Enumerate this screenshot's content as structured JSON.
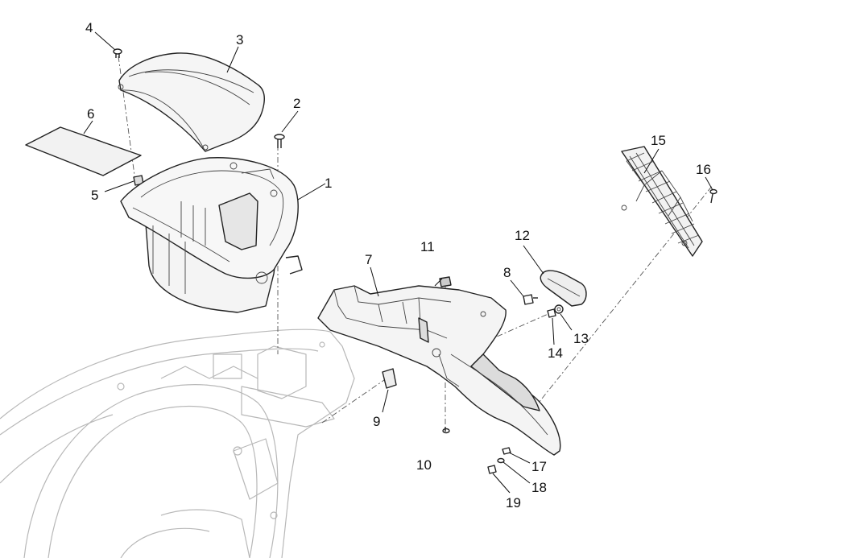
{
  "colors": {
    "line": "#222222",
    "ghost": "#b8b8b8",
    "body_fill": "#f2f2f2",
    "dark_fill": "#d6d6d6",
    "background": "#ffffff"
  },
  "callouts": [
    {
      "id": "1",
      "label": "1"
    },
    {
      "id": "2",
      "label": "2"
    },
    {
      "id": "3",
      "label": "3"
    },
    {
      "id": "4",
      "label": "4"
    },
    {
      "id": "5",
      "label": "5"
    },
    {
      "id": "6",
      "label": "6"
    },
    {
      "id": "7",
      "label": "7"
    },
    {
      "id": "8",
      "label": "8"
    },
    {
      "id": "9",
      "label": "9"
    },
    {
      "id": "10",
      "label": "10"
    },
    {
      "id": "11",
      "label": "11"
    },
    {
      "id": "12",
      "label": "12"
    },
    {
      "id": "13",
      "label": "13"
    },
    {
      "id": "14",
      "label": "14"
    },
    {
      "id": "15",
      "label": "15"
    },
    {
      "id": "16",
      "label": "16"
    },
    {
      "id": "17",
      "label": "17"
    },
    {
      "id": "18",
      "label": "18"
    },
    {
      "id": "19",
      "label": "19"
    }
  ]
}
